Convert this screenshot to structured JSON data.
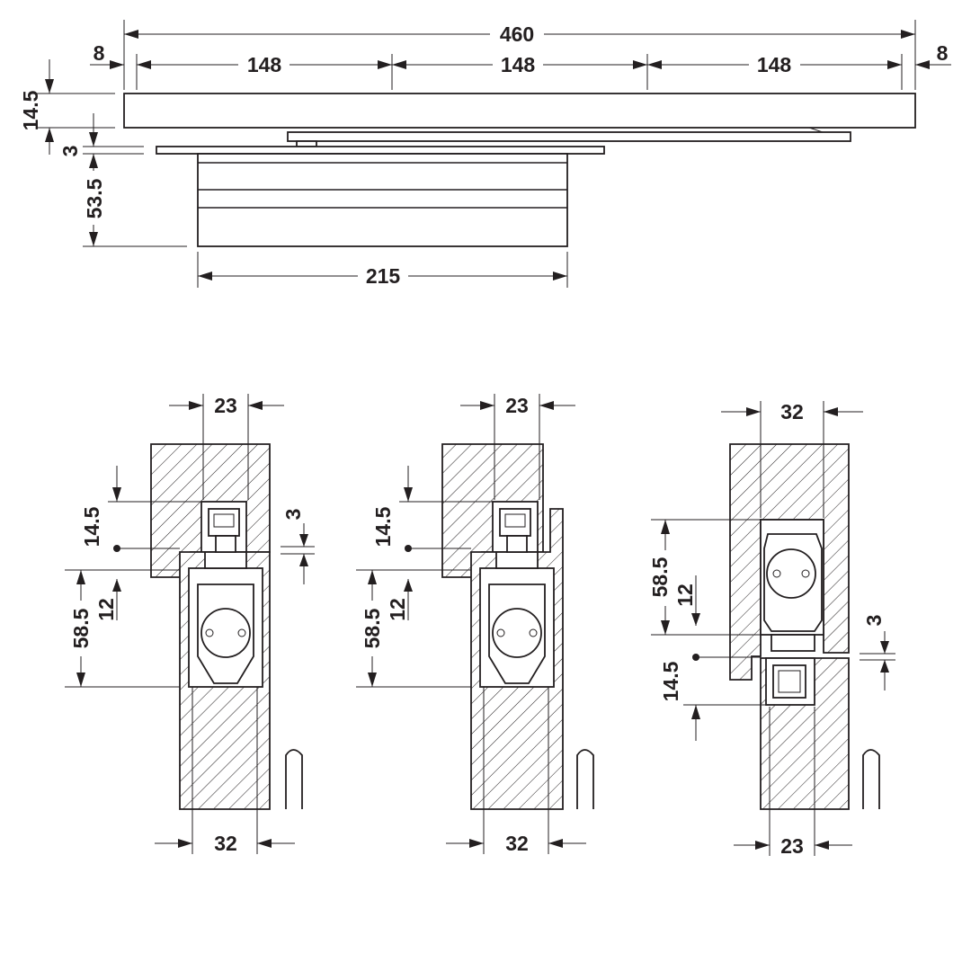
{
  "elevation": {
    "overall_length": "460",
    "end_margin_left": "8",
    "end_margin_right": "8",
    "segment_1": "148",
    "segment_2": "148",
    "segment_3": "148",
    "rail_height": "14.5",
    "plate_gap": "3",
    "body_height": "53.5",
    "body_length": "215"
  },
  "section_1": {
    "top_width": "23",
    "bottom_width": "32",
    "rail_height": "14.5",
    "gap": "3",
    "body_depth": "58.5",
    "offset": "12"
  },
  "section_2": {
    "top_width": "23",
    "bottom_width": "32",
    "rail_height": "14.5",
    "body_depth": "58.5",
    "offset": "12"
  },
  "section_3": {
    "top_width": "32",
    "bottom_width": "23",
    "body_depth": "58.5",
    "offset": "12",
    "gap": "3",
    "rail_height": "14.5"
  }
}
